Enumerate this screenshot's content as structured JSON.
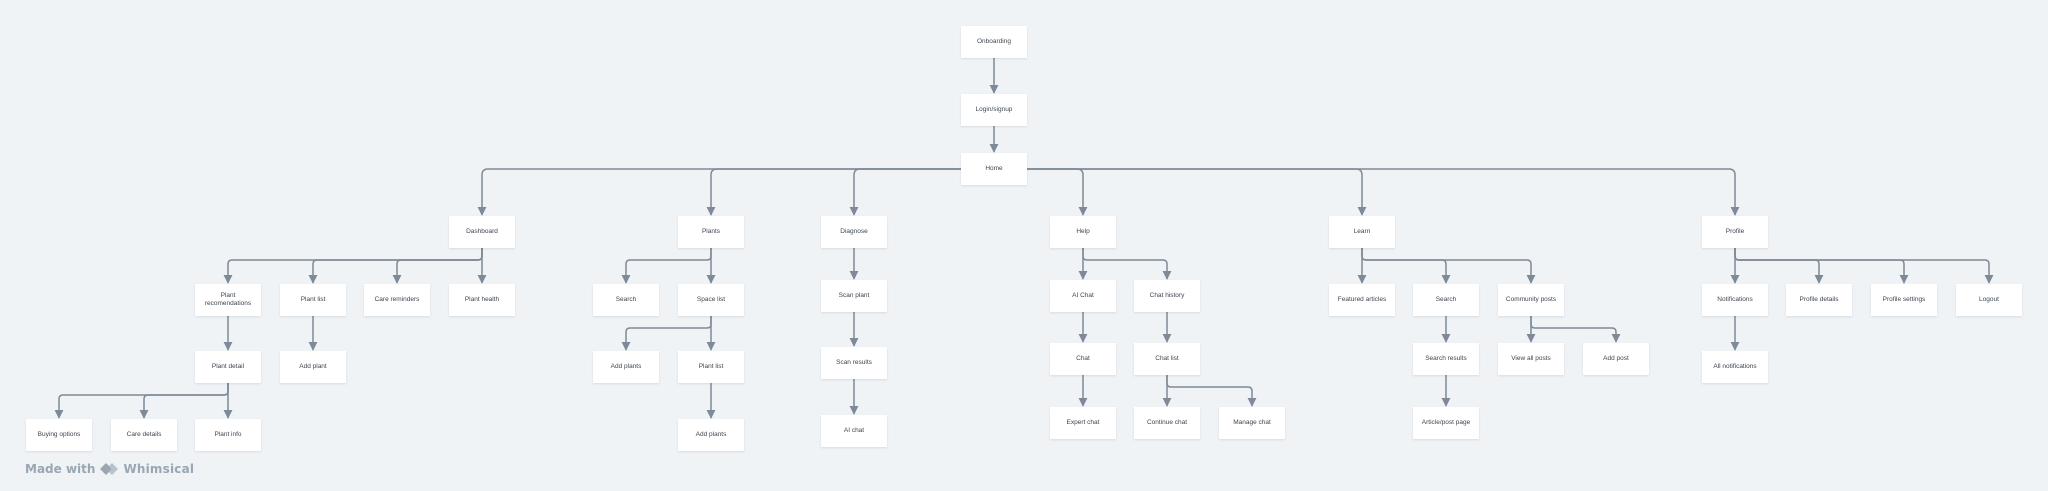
{
  "colors": {
    "background": "#eff3f6",
    "node": "#ffffff",
    "edge": "#7e8a97",
    "text": "#3d4650",
    "watermark": "#9aa6b2"
  },
  "nodes": [
    {
      "id": "onboarding",
      "label": "Onboarding"
    },
    {
      "id": "login",
      "label": "Login/signup"
    },
    {
      "id": "home",
      "label": "Home"
    },
    {
      "id": "dashboard",
      "label": "Dashboard"
    },
    {
      "id": "plants",
      "label": "Plants"
    },
    {
      "id": "diagnose",
      "label": "Diagnose"
    },
    {
      "id": "help",
      "label": "Help"
    },
    {
      "id": "learn",
      "label": "Learn"
    },
    {
      "id": "profile",
      "label": "Profile"
    },
    {
      "id": "plant-recommendations",
      "label": "Plant recomendations"
    },
    {
      "id": "dash-plant-list",
      "label": "Plant list"
    },
    {
      "id": "care-reminders",
      "label": "Care reminders"
    },
    {
      "id": "plant-health",
      "label": "Plant health"
    },
    {
      "id": "plant-detail",
      "label": "Plant detail"
    },
    {
      "id": "dash-add-plant",
      "label": "Add plant"
    },
    {
      "id": "buying-options",
      "label": "Buying options"
    },
    {
      "id": "care-details",
      "label": "Care details"
    },
    {
      "id": "plant-info",
      "label": "Plant info"
    },
    {
      "id": "plants-search",
      "label": "Search"
    },
    {
      "id": "space-list",
      "label": "Space list"
    },
    {
      "id": "add-plants-1",
      "label": "Add plants"
    },
    {
      "id": "plants-plant-list",
      "label": "Plant list"
    },
    {
      "id": "add-plants-2",
      "label": "Add plants"
    },
    {
      "id": "scan-plant",
      "label": "Scan plant"
    },
    {
      "id": "scan-results",
      "label": "Scan results"
    },
    {
      "id": "ai-chat-diag",
      "label": "AI chat"
    },
    {
      "id": "help-ai-chat",
      "label": "AI Chat"
    },
    {
      "id": "chat-history",
      "label": "Chat history"
    },
    {
      "id": "chat",
      "label": "Chat"
    },
    {
      "id": "chat-list",
      "label": "Chat list"
    },
    {
      "id": "expert-chat",
      "label": "Expert chat"
    },
    {
      "id": "continue-chat",
      "label": "Continue chat"
    },
    {
      "id": "manage-chat",
      "label": "Manage chat"
    },
    {
      "id": "featured-articles",
      "label": "Featured articles"
    },
    {
      "id": "learn-search",
      "label": "Search"
    },
    {
      "id": "community-posts",
      "label": "Community posts"
    },
    {
      "id": "search-results",
      "label": "Search results"
    },
    {
      "id": "view-all-posts",
      "label": "View all posts"
    },
    {
      "id": "add-post",
      "label": "Add post"
    },
    {
      "id": "article-post-page",
      "label": "Article/post page"
    },
    {
      "id": "notifications",
      "label": "Notifications"
    },
    {
      "id": "profile-details",
      "label": "Profile details"
    },
    {
      "id": "profile-settings",
      "label": "Profile settings"
    },
    {
      "id": "logout",
      "label": "Logout"
    },
    {
      "id": "all-notifications",
      "label": "All notifications"
    }
  ],
  "edges": [
    [
      "onboarding",
      "login"
    ],
    [
      "login",
      "home"
    ],
    [
      "home",
      "dashboard"
    ],
    [
      "home",
      "plants"
    ],
    [
      "home",
      "diagnose"
    ],
    [
      "home",
      "help"
    ],
    [
      "home",
      "learn"
    ],
    [
      "home",
      "profile"
    ],
    [
      "dashboard",
      "plant-recommendations"
    ],
    [
      "dashboard",
      "dash-plant-list"
    ],
    [
      "dashboard",
      "care-reminders"
    ],
    [
      "dashboard",
      "plant-health"
    ],
    [
      "plant-recommendations",
      "plant-detail"
    ],
    [
      "dash-plant-list",
      "dash-add-plant"
    ],
    [
      "plant-detail",
      "buying-options"
    ],
    [
      "plant-detail",
      "care-details"
    ],
    [
      "plant-detail",
      "plant-info"
    ],
    [
      "plants",
      "plants-search"
    ],
    [
      "plants",
      "space-list"
    ],
    [
      "space-list",
      "add-plants-1"
    ],
    [
      "space-list",
      "plants-plant-list"
    ],
    [
      "plants-plant-list",
      "add-plants-2"
    ],
    [
      "diagnose",
      "scan-plant"
    ],
    [
      "scan-plant",
      "scan-results"
    ],
    [
      "scan-results",
      "ai-chat-diag"
    ],
    [
      "help",
      "help-ai-chat"
    ],
    [
      "help",
      "chat-history"
    ],
    [
      "help-ai-chat",
      "chat"
    ],
    [
      "chat",
      "expert-chat"
    ],
    [
      "chat-history",
      "chat-list"
    ],
    [
      "chat-list",
      "continue-chat"
    ],
    [
      "chat-list",
      "manage-chat"
    ],
    [
      "learn",
      "featured-articles"
    ],
    [
      "learn",
      "learn-search"
    ],
    [
      "learn",
      "community-posts"
    ],
    [
      "learn-search",
      "search-results"
    ],
    [
      "search-results",
      "article-post-page"
    ],
    [
      "community-posts",
      "view-all-posts"
    ],
    [
      "community-posts",
      "add-post"
    ],
    [
      "profile",
      "notifications"
    ],
    [
      "profile",
      "profile-details"
    ],
    [
      "profile",
      "profile-settings"
    ],
    [
      "profile",
      "logout"
    ],
    [
      "notifications",
      "all-notifications"
    ]
  ],
  "watermark": {
    "prefix": "Made with",
    "brand": "Whimsical",
    "icon": "whimsical-logo-icon"
  }
}
